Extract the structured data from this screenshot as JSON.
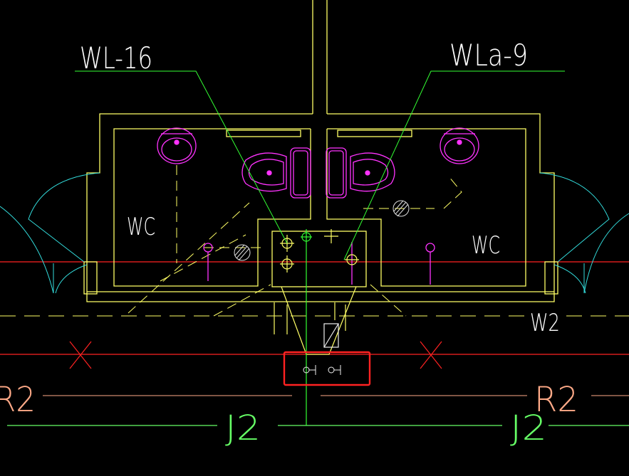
{
  "labels": {
    "riser_left": "WL-16",
    "riser_right": "WLa-9",
    "room_left": "WC",
    "room_right": "WC",
    "pipe_w2": "W2",
    "pipe_r2_left": "R2",
    "pipe_r2_right": "R2",
    "pipe_j2_left": "J2",
    "pipe_j2_right": "J2"
  },
  "colors": {
    "background": "#000000",
    "wall": "#ffff66",
    "fixture": "#ff33ff",
    "riser": "#33ff33",
    "door": "#33dddd",
    "axis": "#ff2222",
    "pipe_r2": "#ffaa88",
    "pipe_j2": "#66ff66",
    "highlight": "#ff2222",
    "leader": "#ffffff"
  }
}
